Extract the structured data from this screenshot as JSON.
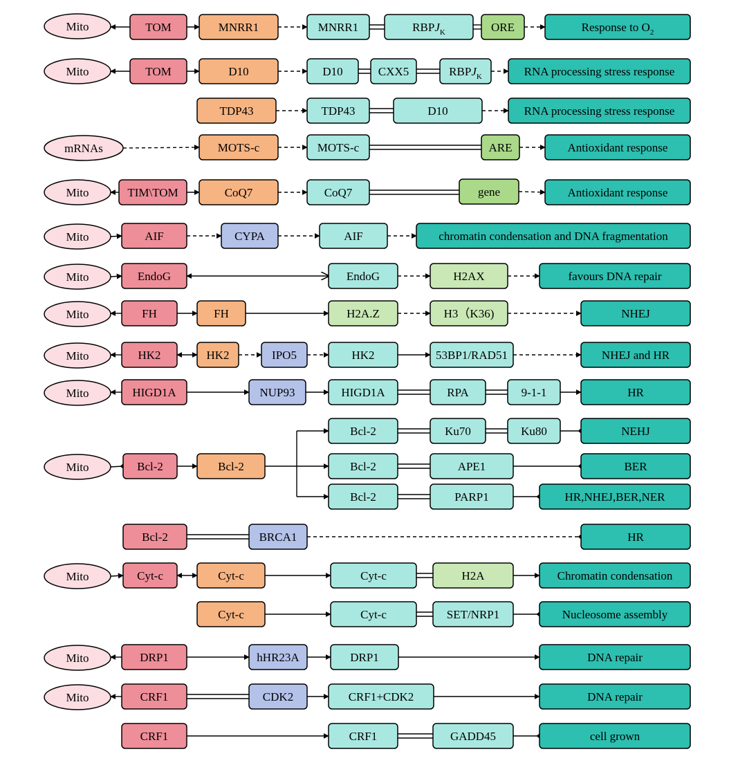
{
  "colors": {
    "mito": "#fbdde2",
    "red": "#ee8e99",
    "orange": "#f6b482",
    "cyan": "#a9e8e0",
    "green_light": "#aad98a",
    "green_pale": "#c9e8b5",
    "lavender": "#b4c2ea",
    "teal": "#2dbfb0",
    "stroke": "#000000"
  },
  "rows": [
    {
      "nodes": [
        {
          "label": "Mito"
        },
        {
          "label": "TOM"
        },
        {
          "label": "MNRR1"
        },
        {
          "label": "MNRR1"
        },
        {
          "label": "RBPJ"
        },
        {
          "label": "ORE"
        },
        {
          "label": "Response to O"
        }
      ]
    },
    {
      "nodes": [
        {
          "label": "Mito"
        },
        {
          "label": "TOM"
        },
        {
          "label": "D10"
        },
        {
          "label": "D10"
        },
        {
          "label": "CXX5"
        },
        {
          "label": "RBPJ"
        },
        {
          "label": "RNA processing stress response"
        }
      ]
    },
    {
      "nodes": [
        {
          "label": "TDP43"
        },
        {
          "label": "TDP43"
        },
        {
          "label": "D10"
        },
        {
          "label": "RNA processing stress response"
        }
      ]
    },
    {
      "nodes": [
        {
          "label": "mRNAs"
        },
        {
          "label": "MOTS-c"
        },
        {
          "label": "MOTS-c"
        },
        {
          "label": "ARE"
        },
        {
          "label": "Antioxidant response"
        }
      ]
    },
    {
      "nodes": [
        {
          "label": "Mito"
        },
        {
          "label": "TIM\\TOM"
        },
        {
          "label": "CoQ7"
        },
        {
          "label": "CoQ7"
        },
        {
          "label": "gene"
        },
        {
          "label": "Antioxidant response"
        }
      ]
    },
    {
      "nodes": [
        {
          "label": "Mito"
        },
        {
          "label": "AIF"
        },
        {
          "label": "CYPA"
        },
        {
          "label": "AIF"
        },
        {
          "label": "chromatin condensation and DNA fragmentation"
        }
      ]
    },
    {
      "nodes": [
        {
          "label": "Mito"
        },
        {
          "label": "EndoG"
        },
        {
          "label": "EndoG"
        },
        {
          "label": "H2AX"
        },
        {
          "label": "favours DNA repair"
        }
      ]
    },
    {
      "nodes": [
        {
          "label": "Mito"
        },
        {
          "label": "FH"
        },
        {
          "label": "FH"
        },
        {
          "label": "H2A.Z"
        },
        {
          "label": "H3（K36)"
        },
        {
          "label": "NHEJ"
        }
      ]
    },
    {
      "nodes": [
        {
          "label": "Mito"
        },
        {
          "label": "HK2"
        },
        {
          "label": "HK2"
        },
        {
          "label": "IPO5"
        },
        {
          "label": "HK2"
        },
        {
          "label": "53BP1/RAD51"
        },
        {
          "label": "NHEJ and HR"
        }
      ]
    },
    {
      "nodes": [
        {
          "label": "Mito"
        },
        {
          "label": "HIGD1A"
        },
        {
          "label": "NUP93"
        },
        {
          "label": "HIGD1A"
        },
        {
          "label": "RPA"
        },
        {
          "label": "9-1-1"
        },
        {
          "label": "HR"
        }
      ]
    },
    {
      "nodes": [
        {
          "label": "Bcl-2"
        },
        {
          "label": "Ku70"
        },
        {
          "label": "Ku80"
        },
        {
          "label": "NEHJ"
        }
      ]
    },
    {
      "nodes": [
        {
          "label": "Mito"
        },
        {
          "label": "Bcl-2"
        },
        {
          "label": "Bcl-2"
        },
        {
          "label": "Bcl-2"
        },
        {
          "label": "APE1"
        },
        {
          "label": "BER"
        }
      ]
    },
    {
      "nodes": [
        {
          "label": "Bcl-2"
        },
        {
          "label": "PARP1"
        },
        {
          "label": "HR,NHEJ,BER,NER"
        }
      ]
    },
    {
      "nodes": [
        {
          "label": "Bcl-2"
        },
        {
          "label": "BRCA1"
        },
        {
          "label": "HR"
        }
      ]
    },
    {
      "nodes": [
        {
          "label": "Mito"
        },
        {
          "label": "Cyt-c"
        },
        {
          "label": "Cyt-c"
        },
        {
          "label": "Cyt-c"
        },
        {
          "label": "H2A"
        },
        {
          "label": "Chromatin condensation"
        }
      ]
    },
    {
      "nodes": [
        {
          "label": "Cyt-c"
        },
        {
          "label": "Cyt-c"
        },
        {
          "label": "SET/NRP1"
        },
        {
          "label": "Nucleosome assembly"
        }
      ]
    },
    {
      "nodes": [
        {
          "label": "Mito"
        },
        {
          "label": "DRP1"
        },
        {
          "label": "hHR23A"
        },
        {
          "label": "DRP1"
        },
        {
          "label": "DNA repair"
        }
      ]
    },
    {
      "nodes": [
        {
          "label": "Mito"
        },
        {
          "label": "CRF1"
        },
        {
          "label": "CDK2"
        },
        {
          "label": "CRF1+CDK2"
        },
        {
          "label": "DNA repair"
        }
      ]
    },
    {
      "nodes": [
        {
          "label": "CRF1"
        },
        {
          "label": "CRF1"
        },
        {
          "label": "GADD45"
        },
        {
          "label": "cell grown"
        }
      ]
    }
  ],
  "subscripts": {
    "rbpj_sub": "K",
    "o2_sub": "2"
  },
  "connector_styles": [
    "solid arrow",
    "dashed arrow",
    "double line",
    "diamond end",
    "bidirectional arrow",
    "open arrow"
  ]
}
